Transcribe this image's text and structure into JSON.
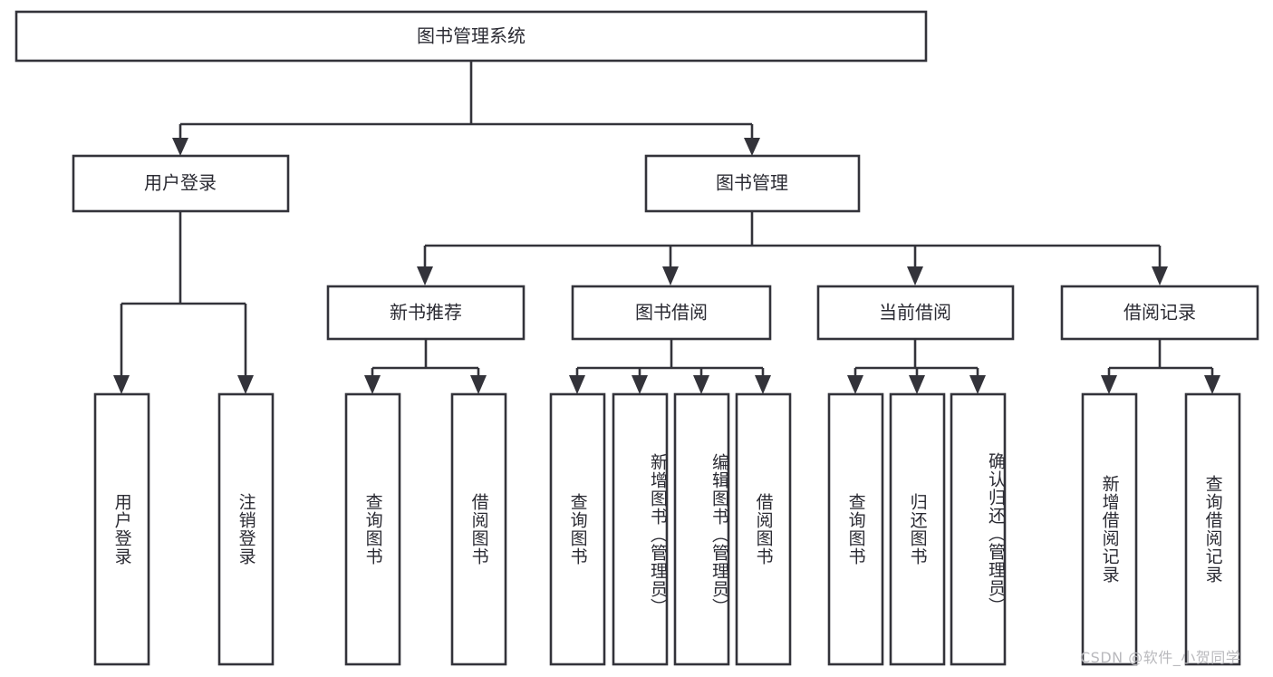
{
  "diagram": {
    "title": "图书管理系统",
    "type": "tree-hierarchy-chart",
    "orientation": "top-down",
    "colors": {
      "background": "#ffffff",
      "stroke": "#33333a",
      "node_fill": "#ffffff",
      "text": "#2b2b33",
      "watermark": "#b9b9bd"
    },
    "root": {
      "id": "root",
      "label": "图书管理系统"
    },
    "level2": [
      {
        "id": "user-login",
        "label": "用户登录"
      },
      {
        "id": "book-management",
        "label": "图书管理"
      }
    ],
    "level3": [
      {
        "id": "new-book-recommend",
        "label": "新书推荐",
        "parent": "book-management"
      },
      {
        "id": "book-borrow",
        "label": "图书借阅",
        "parent": "book-management"
      },
      {
        "id": "current-borrow",
        "label": "当前借阅",
        "parent": "book-management"
      },
      {
        "id": "borrow-record",
        "label": "借阅记录",
        "parent": "book-management"
      }
    ],
    "leaves": {
      "user-login": [
        {
          "id": "leaf-user-login",
          "label": "用户登录"
        },
        {
          "id": "leaf-user-logout",
          "label": "注销登录"
        }
      ],
      "new-book-recommend": [
        {
          "id": "leaf-query-book-1",
          "label": "查询图书"
        },
        {
          "id": "leaf-borrow-book-1",
          "label": "借阅图书"
        }
      ],
      "book-borrow": [
        {
          "id": "leaf-query-book-2",
          "label": "查询图书"
        },
        {
          "id": "leaf-add-book",
          "label": "新增图书（管理员）"
        },
        {
          "id": "leaf-edit-book",
          "label": "编辑图书（管理员）"
        },
        {
          "id": "leaf-borrow-book-2",
          "label": "借阅图书"
        }
      ],
      "current-borrow": [
        {
          "id": "leaf-query-book-3",
          "label": "查询图书"
        },
        {
          "id": "leaf-return-book",
          "label": "归还图书"
        },
        {
          "id": "leaf-confirm-return",
          "label": "确认归还（管理员）"
        }
      ],
      "borrow-record": [
        {
          "id": "leaf-add-record",
          "label": "新增借阅记录"
        },
        {
          "id": "leaf-query-record",
          "label": "查询借阅记录"
        }
      ]
    }
  },
  "watermark": {
    "text": "CSDN @软件_小贺同学"
  }
}
